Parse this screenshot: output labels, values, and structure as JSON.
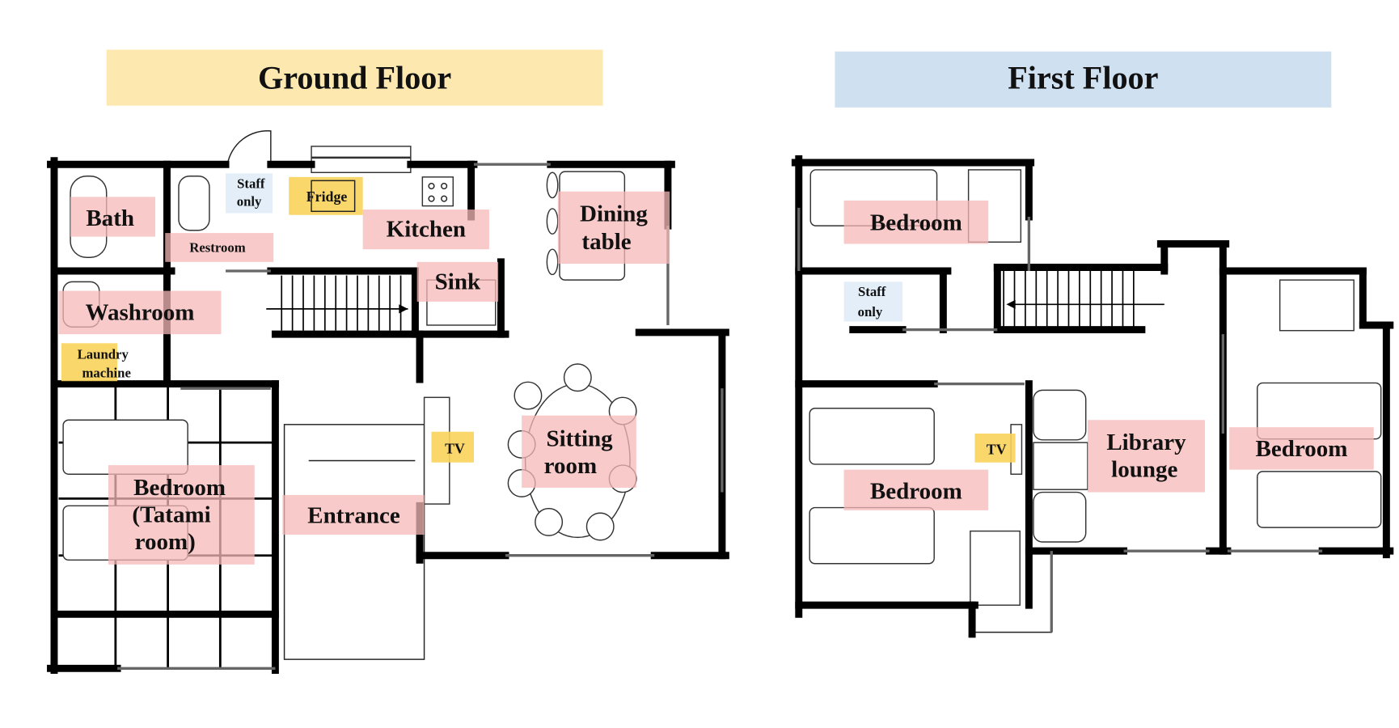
{
  "ground_floor": {
    "title": "Ground Floor",
    "header_color": "#fde9b0",
    "rooms": {
      "bath": "Bath",
      "restroom": "Restroom",
      "staff_only": [
        "Staff",
        "only"
      ],
      "fridge": "Fridge",
      "kitchen": "Kitchen",
      "dining_table": [
        "Dining",
        "table"
      ],
      "sink": "Sink",
      "washroom": "Washroom",
      "laundry_machine": [
        "Laundry",
        "machine"
      ],
      "bedroom_tatami": [
        "Bedroom",
        "(Tatami",
        "room)"
      ],
      "entrance": "Entrance",
      "tv": "TV",
      "sitting_room": [
        "Sitting",
        "room"
      ]
    }
  },
  "first_floor": {
    "title": "First Floor",
    "header_color": "#cfe0f1",
    "rooms": {
      "bedroom_top": "Bedroom",
      "staff_only": [
        "Staff",
        "only"
      ],
      "bedroom_left": "Bedroom",
      "tv": "TV",
      "library_lounge": [
        "Library",
        "lounge"
      ],
      "bedroom_right": "Bedroom"
    }
  },
  "colors": {
    "label_highlight": "#f7b8b8",
    "appliance_highlight": "#f9d35a",
    "staff_highlight": "#e3eef8",
    "wall": "#000000"
  }
}
